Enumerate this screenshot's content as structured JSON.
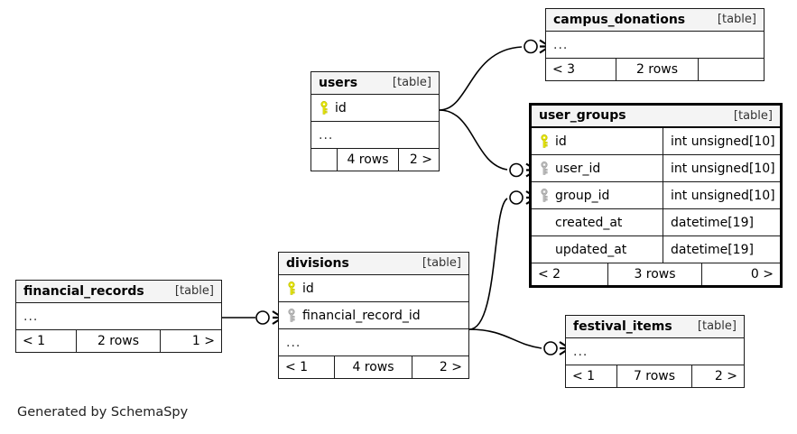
{
  "diagram": {
    "kind": "database-schema-erd",
    "generator_caption": "Generated by SchemaSpy",
    "table_tag": "[table]",
    "ellipsis": "...",
    "colors": {
      "primary_key_icon": "#e8e80a",
      "foreign_key_icon": "#b5b5b5",
      "node_border": "#1a1a1a",
      "focal_border": "#000000",
      "title_background": "#f4f4f4",
      "background": "#ffffff"
    }
  },
  "tables": {
    "campus_donations": {
      "name": "campus_donations",
      "tag": "[table]",
      "focal": false,
      "columns": [
        {
          "name": "...",
          "type": "",
          "key": "none",
          "ellipsis": true
        }
      ],
      "footer": {
        "left": "< 3",
        "center": "2 rows",
        "right": ""
      }
    },
    "users": {
      "name": "users",
      "tag": "[table]",
      "focal": false,
      "columns": [
        {
          "name": "id",
          "type": "",
          "key": "primary",
          "ellipsis": false
        },
        {
          "name": "...",
          "type": "",
          "key": "none",
          "ellipsis": true
        }
      ],
      "footer": {
        "left": "",
        "center": "4 rows",
        "right": "2 >"
      }
    },
    "user_groups": {
      "name": "user_groups",
      "tag": "[table]",
      "focal": true,
      "columns": [
        {
          "name": "id",
          "type": "int unsigned[10]",
          "key": "primary",
          "ellipsis": false
        },
        {
          "name": "user_id",
          "type": "int unsigned[10]",
          "key": "foreign",
          "ellipsis": false
        },
        {
          "name": "group_id",
          "type": "int unsigned[10]",
          "key": "foreign",
          "ellipsis": false
        },
        {
          "name": "created_at",
          "type": "datetime[19]",
          "key": "none",
          "ellipsis": false
        },
        {
          "name": "updated_at",
          "type": "datetime[19]",
          "key": "none",
          "ellipsis": false
        }
      ],
      "footer": {
        "left": "< 2",
        "center": "3 rows",
        "right": "0 >"
      }
    },
    "divisions": {
      "name": "divisions",
      "tag": "[table]",
      "focal": false,
      "columns": [
        {
          "name": "id",
          "type": "",
          "key": "primary",
          "ellipsis": false
        },
        {
          "name": "financial_record_id",
          "type": "",
          "key": "foreign",
          "ellipsis": false
        },
        {
          "name": "...",
          "type": "",
          "key": "none",
          "ellipsis": true
        }
      ],
      "footer": {
        "left": "< 1",
        "center": "4 rows",
        "right": "2 >"
      }
    },
    "financial_records": {
      "name": "financial_records",
      "tag": "[table]",
      "focal": false,
      "columns": [
        {
          "name": "...",
          "type": "",
          "key": "none",
          "ellipsis": true
        }
      ],
      "footer": {
        "left": "< 1",
        "center": "2 rows",
        "right": "1 >"
      }
    },
    "festival_items": {
      "name": "festival_items",
      "tag": "[table]",
      "focal": false,
      "columns": [
        {
          "name": "...",
          "type": "",
          "key": "none",
          "ellipsis": true
        }
      ],
      "footer": {
        "left": "< 1",
        "center": "7 rows",
        "right": "2 >"
      }
    }
  },
  "relationships": [
    {
      "from": "users",
      "to": "campus_donations",
      "notation": "crowsfoot-optional"
    },
    {
      "from": "users",
      "to": "user_groups.user_id",
      "notation": "crowsfoot-optional"
    },
    {
      "from": "divisions",
      "to": "user_groups.group_id",
      "notation": "crowsfoot-optional"
    },
    {
      "from": "divisions",
      "to": "festival_items",
      "notation": "crowsfoot-optional"
    },
    {
      "from": "financial_records",
      "to": "divisions.financial_record_id",
      "notation": "crowsfoot-optional"
    }
  ]
}
